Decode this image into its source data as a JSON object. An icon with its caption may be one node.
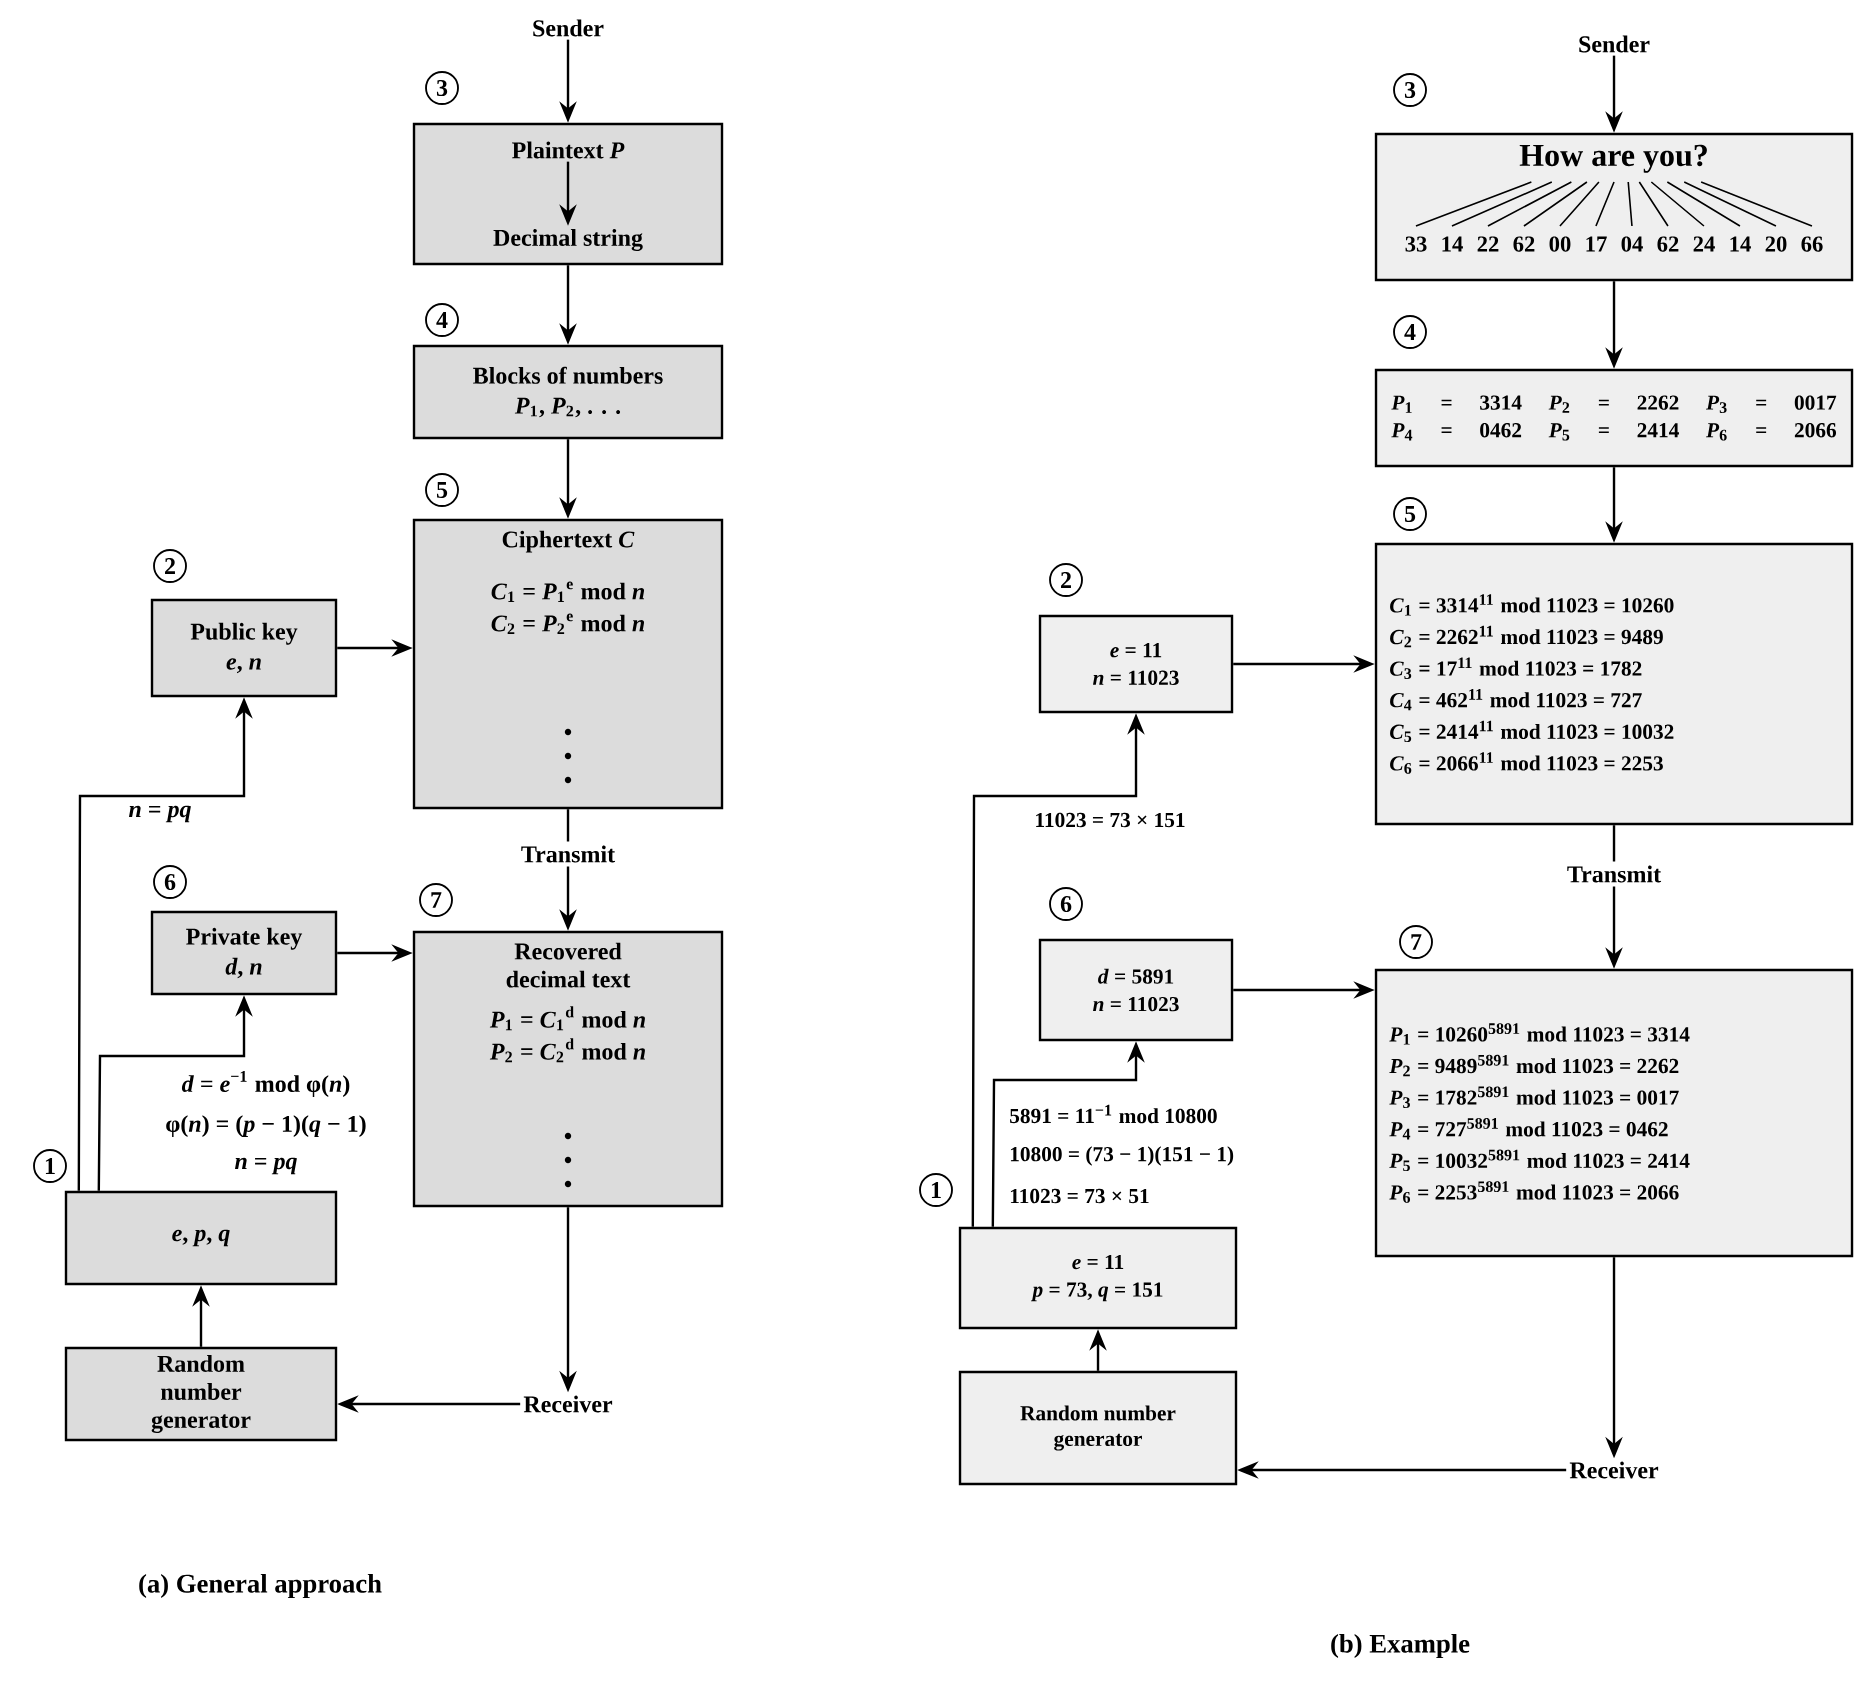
{
  "diagram": {
    "nodes": [
      {
        "text": [
          "Sender"
        ]
      },
      {
        "text": [],
        "shape": "box",
        "beside": [
          "3"
        ]
      },
      {
        "text": [
          "Plaintext *P*"
        ],
        "in": 1
      },
      {
        "text": [
          "Decimal string"
        ],
        "in": 1
      },
      {
        "text": [
          "Blocks of numbers",
          "*P*$_{1}$, *P*$_{2}$, . . ."
        ],
        "beside": [
          "4"
        ]
      },
      {
        "text": [
          "Ciphertext *C*",
          "*C*$_{1}$ = *P*$_{1}$$^{e}$ mod *n*",
          "*C*$_{2}$ = *P*$_{2}$$^{e}$ mod *n*"
        ],
        "beside": [
          "5"
        ]
      },
      {
        "text": [
          "Public key",
          "*e*, *n*"
        ],
        "beside": [
          "2"
        ]
      },
      {
        "text": [
          "Private key",
          "*d*, *n*"
        ],
        "beside": [
          "6"
        ]
      },
      {
        "text": [
          "Recovered decimal text",
          "*P*$_{1}$ = *C*$_{1}$$^{d}$ mod *n*",
          "*P*$_{2}$ = *C*$_{2}$$^{d}$ mod *n*"
        ],
        "beside": [
          "7"
        ]
      },
      {
        "text": [
          "*e*, *p*, *q*"
        ],
        "beside": [
          "1"
        ]
      },
      {
        "text": [
          "Random number generator"
        ]
      },
      {
        "text": [
          "Receiver"
        ]
      },
      {
        "text": [
          "Sender"
        ]
      },
      {
        "text": [
          "How are you?",
          "33 14 22 62 00 17 04 62 24 14 20 66"
        ],
        "beside": [
          "3"
        ]
      },
      {
        "text": [
          "*P*$_{1}$ = 3314 *P*$_{2}$ = 2262 *P*$_{3}$ = 0017",
          "*P*$_{4}$ = 0462 *P*$_{5}$ = 2414 *P*$_{6}$ = 2066"
        ],
        "beside": [
          "4"
        ]
      },
      {
        "text": [
          "*C*$_{1}$ = 3314$^{11}$ mod 11023 = 10260",
          "*C*$_{2}$ = 2262$^{11}$ mod 11023 = 9489",
          "*C*$_{3}$ = 17$^{11}$ mod 11023 = 1782",
          "*C*$_{4}$ = 462$^{11}$ mod 11023 = 727",
          "*C*$_{5}$ = 2414$^{11}$ mod 11023 = 10032",
          "*C*$_{6}$ = 2066$^{11}$ mod 11023 = 2253"
        ],
        "beside": [
          "5"
        ]
      },
      {
        "text": [
          "*e* = 11",
          "*n* = 11023"
        ],
        "beside": [
          "2"
        ]
      },
      {
        "text": [
          "*d* = 5891",
          "*n* = 11023"
        ],
        "beside": [
          "6"
        ]
      },
      {
        "text": [
          "*P*$_{1}$ = 10260$^{5891}$ mod 11023 = 3314",
          "*P*$_{2}$ = 9489$^{5891}$ mod 11023 = 2262",
          "*P*$_{3}$ = 1782$^{5891}$ mod 11023 = 0017",
          "*P*$_{4}$ = 727$^{5891}$ mod 11023 = 0462",
          "*P*$_{5}$ = 10032$^{5891}$ mod 11023 = 2414",
          "*P*$_{6}$ = 2253$^{5891}$ mod 11023 = 2066"
        ],
        "beside": [
          "7"
        ]
      },
      {
        "text": [
          "*e* = 11",
          "*p* = 73, *q* = 151"
        ],
        "beside": [
          "1"
        ]
      },
      {
        "text": [
          "Random number generator"
        ]
      },
      {
        "text": [
          "Receiver"
        ]
      }
    ],
    "edges": [
      {
        "from": 0,
        "to": 1,
        "arrow": "to"
      },
      {
        "from": 2,
        "to": 3,
        "arrow": "to"
      },
      {
        "from": 1,
        "to": 4,
        "arrow": "to"
      },
      {
        "from": 4,
        "to": 5,
        "arrow": "to"
      },
      {
        "from": 6,
        "to": 5,
        "arrow": "to"
      },
      {
        "from": 5,
        "to": 8,
        "arrow": "to",
        "label": "Transmit"
      },
      {
        "from": 7,
        "to": 8,
        "arrow": "to"
      },
      {
        "from": 9,
        "to": 6,
        "arrow": "to",
        "label": "*n* = *pq*"
      },
      {
        "from": 9,
        "to": 7,
        "arrow": "to"
      },
      {
        "from": 10,
        "to": 9,
        "arrow": "to"
      },
      {
        "from": 8,
        "to": 11,
        "arrow": "to"
      },
      {
        "from": 11,
        "to": 10,
        "arrow": "to"
      },
      {
        "from": 12,
        "to": 13,
        "arrow": "to"
      },
      {
        "from": 13,
        "to": 14,
        "arrow": "to"
      },
      {
        "from": 14,
        "to": 15,
        "arrow": "to"
      },
      {
        "from": 16,
        "to": 15,
        "arrow": "to"
      },
      {
        "from": 15,
        "to": 18,
        "arrow": "to",
        "label": "Transmit"
      },
      {
        "from": 17,
        "to": 18,
        "arrow": "to"
      },
      {
        "from": 19,
        "to": 16,
        "arrow": "to",
        "label": "11023 = 73 × 151"
      },
      {
        "from": 19,
        "to": 17,
        "arrow": "to"
      },
      {
        "from": 20,
        "to": 19,
        "arrow": "to"
      },
      {
        "from": 18,
        "to": 21,
        "arrow": "to"
      },
      {
        "from": 21,
        "to": 20,
        "arrow": "to"
      }
    ],
    "labels": [
      "*d* = *e*$^{−1}$ mod φ(*n*)",
      "φ(*n*) = (*p* − 1)(*q* − 1)",
      "*n* = *pq*",
      "(a) General approach",
      "5891 = 11$^{−1}$ mod 10800",
      "10800 = (73 − 1)(151 − 1)",
      "11023 = 73 × 51",
      "(b) Example"
    ]
  }
}
